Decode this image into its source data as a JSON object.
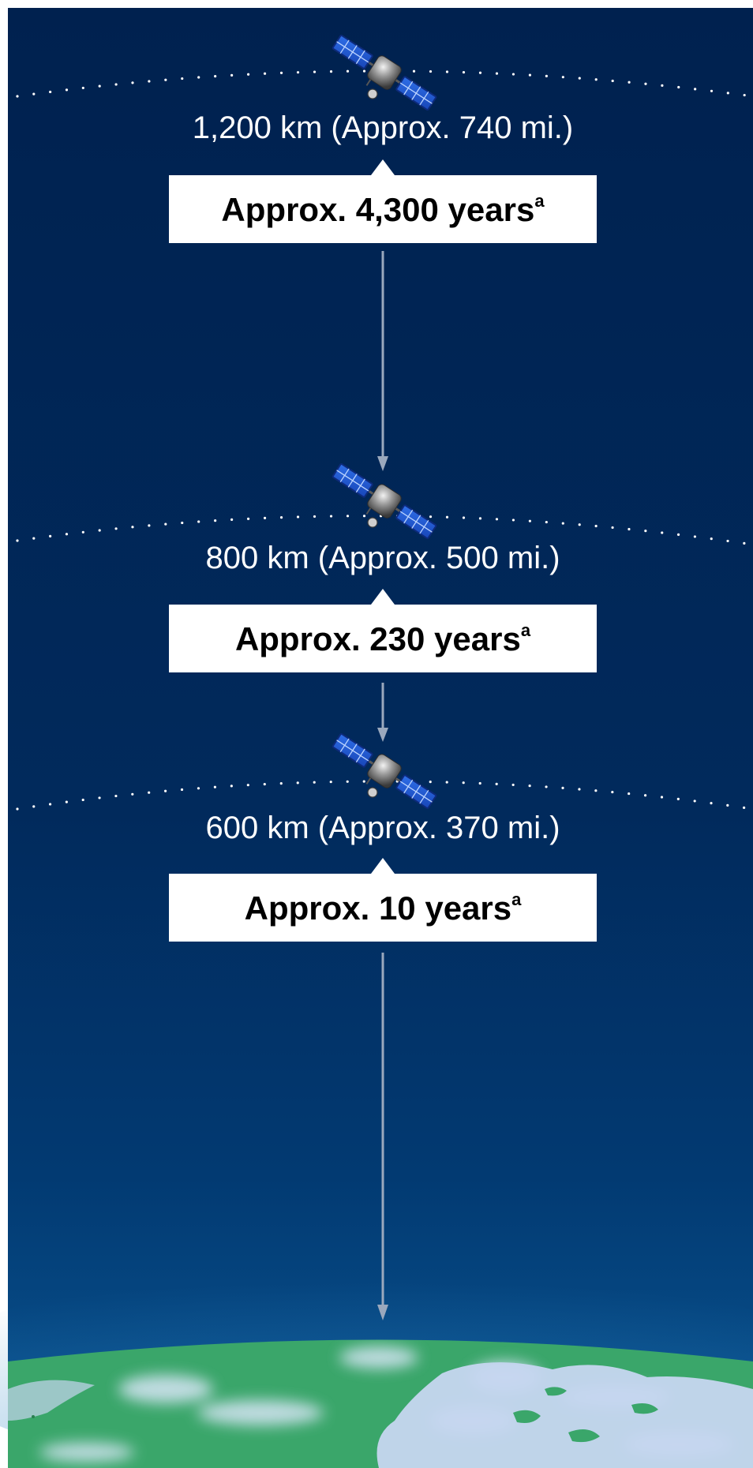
{
  "orbits": [
    {
      "altitude_label": "1,200 km (Approx. 740 mi.)",
      "duration_label": "Approx. 4,300 years",
      "footnote_mark": "a"
    },
    {
      "altitude_label": "800 km (Approx. 500 mi.)",
      "duration_label": "Approx. 230 years",
      "footnote_mark": "a"
    },
    {
      "altitude_label": "600 km (Approx. 370 mi.)",
      "duration_label": "Approx. 10 years",
      "footnote_mark": "a"
    }
  ],
  "colors": {
    "sky_top": "#00204f",
    "sky_bottom": "#064a87",
    "earth_land": "#3aa66a",
    "earth_cloud": "#c9daf0",
    "label_box": "#ffffff",
    "arrow": "#9aa8bd"
  },
  "icons": {
    "satellite": "satellite-icon",
    "earth": "earth-illustration"
  }
}
